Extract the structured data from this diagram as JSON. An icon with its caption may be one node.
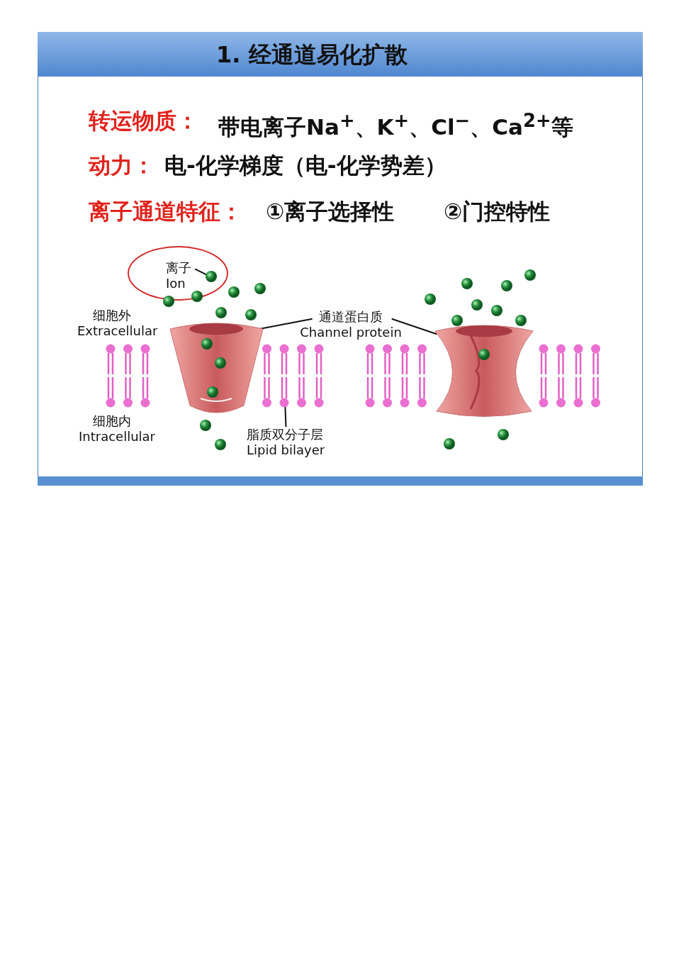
{
  "diagram": {
    "title": "1. 经通道易化扩散",
    "nodes": [
      {
        "text": [
          "离子",
          "Ion"
        ]
      },
      {
        "text": [],
        "shape": "circle",
        "in": 0
      },
      {
        "text": [
          "通道蛋白质",
          "Channel protein"
        ]
      },
      {
        "text": [],
        "shape": "picture"
      },
      {
        "text": [],
        "shape": "picture"
      },
      {
        "text": [
          "脂质双分子层",
          "Lipid bilayer"
        ]
      },
      {
        "text": [],
        "shape": "picture"
      }
    ],
    "edges": [
      {
        "from": 0,
        "to": 1,
        "arrow": "none"
      },
      {
        "from": 2,
        "to": 3,
        "arrow": "none"
      },
      {
        "from": 2,
        "to": 4,
        "arrow": "none"
      },
      {
        "from": 5,
        "to": 6,
        "arrow": "none"
      }
    ],
    "labels": [
      "转运物质：",
      "带电离子Na$^{+}$、K$^{+}$、Cl$^{−}$、Ca$^{2+}$等",
      "动力：",
      "电-化学梯度（电-化学势差）",
      "离子通道特征：",
      "①离子选择性",
      "②门控特性",
      "细胞外",
      "Extracellular",
      "细胞内",
      "Intracellular"
    ]
  }
}
